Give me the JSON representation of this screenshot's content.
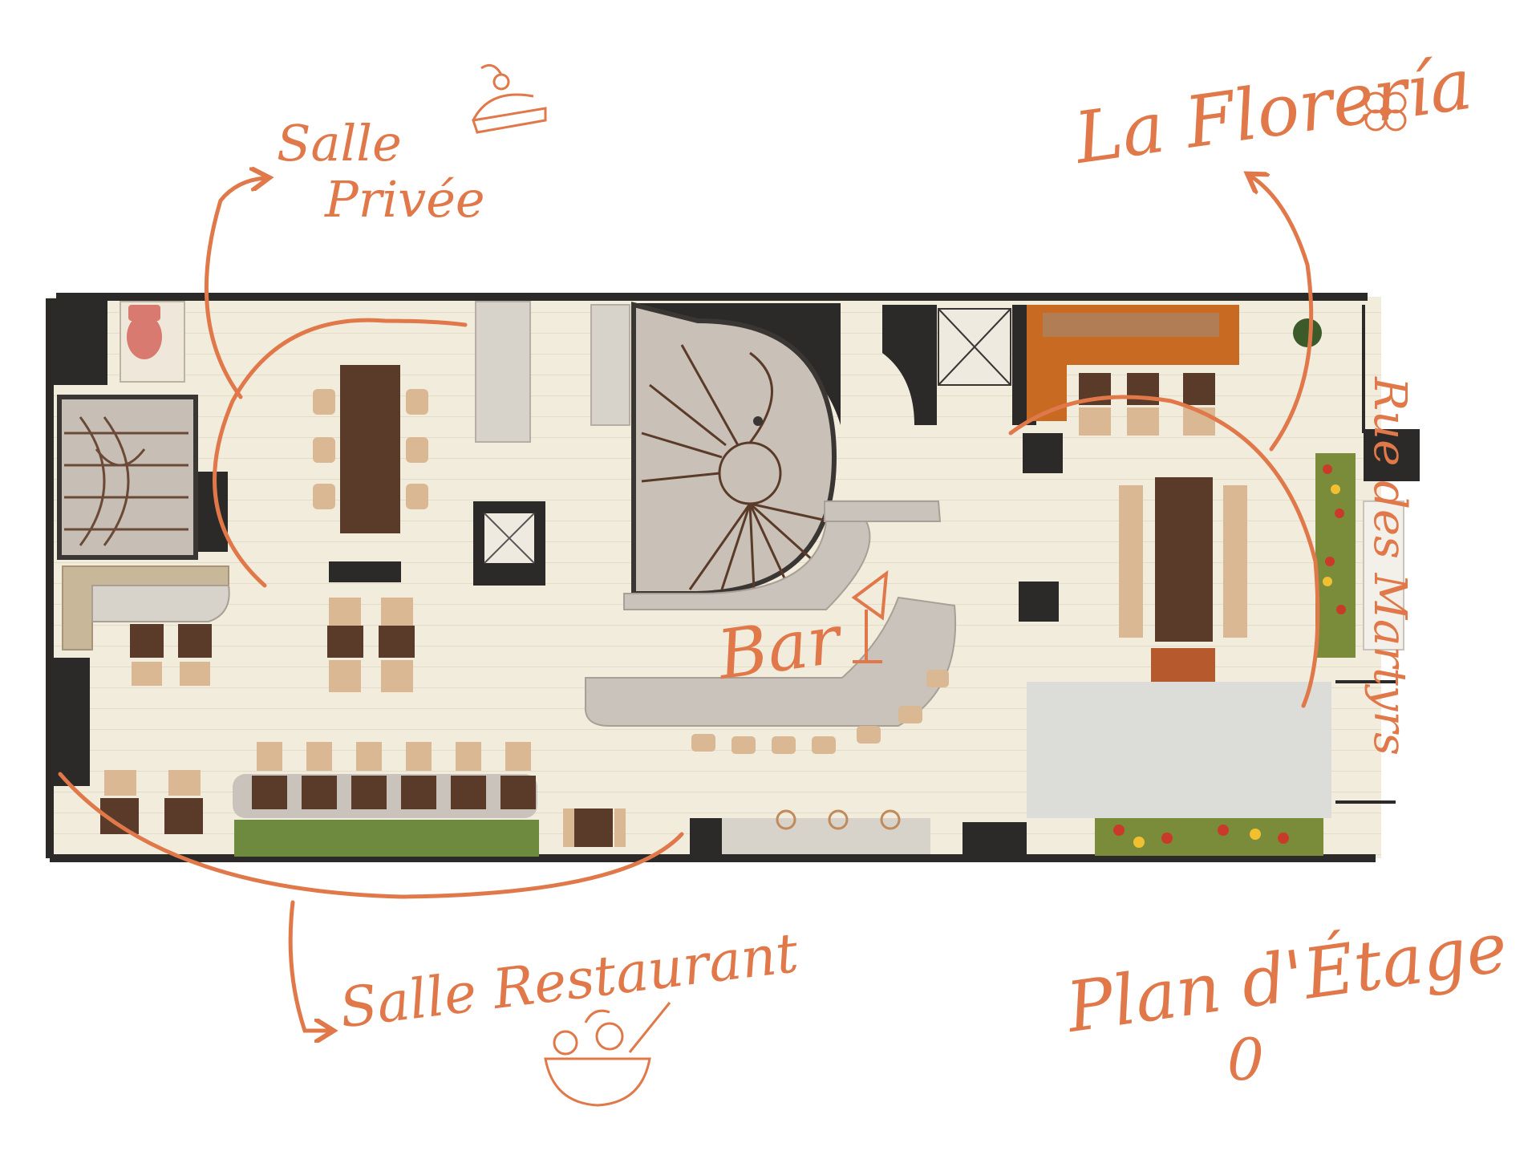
{
  "labels": {
    "salle_privee": [
      "Salle",
      "Privée"
    ],
    "la_floreria": "La Florería",
    "bar": "Bar",
    "salle_restaurant": "Salle Restaurant",
    "plan_title": "Plan d'Étage",
    "plan_number": "0",
    "street": "Rue des Martyrs"
  },
  "colors": {
    "annotation": "#e0784a",
    "wall": "#2b2a28",
    "floor": "#f1ebdc",
    "wood_table": "#5a3a28",
    "chair": "#d9b893",
    "counter": "#c9c3bb",
    "marble": "#dcdcd8",
    "orange_counter": "#c96a23",
    "plants_green": "#6d8a3f"
  },
  "icons": [
    "cake-slice-icon",
    "flower-icon",
    "cocktail-glass-icon",
    "salad-bowl-icon"
  ]
}
